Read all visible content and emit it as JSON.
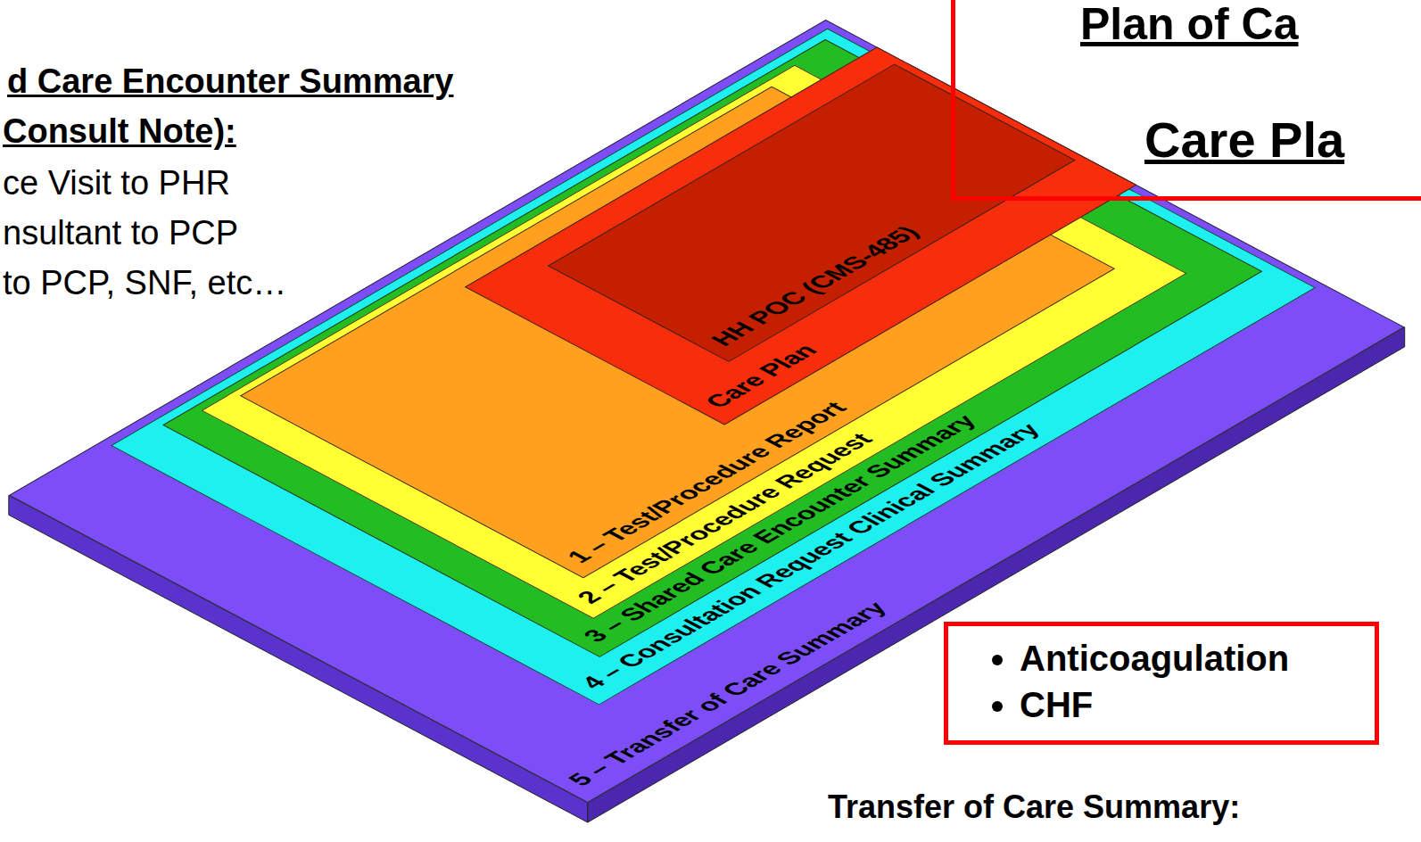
{
  "diagram": {
    "nodes": [
      {
        "text": [
          "5 – Transfer of Care Summary"
        ]
      },
      {
        "text": [
          "4 – Consultation Request Clinical Summary"
        ],
        "in": 0
      },
      {
        "text": [
          "3 – Shared Care Encounter Summary"
        ],
        "in": 1
      },
      {
        "text": [
          "2 – Test/Procedure Request"
        ],
        "in": 2
      },
      {
        "text": [
          "1 – Test/Procedure Report"
        ],
        "in": 3
      },
      {
        "text": [
          "Care Plan"
        ],
        "in": 4
      },
      {
        "text": [
          "HH POC (CMS-485)"
        ],
        "in": 5
      },
      {
        "text": [
          "Plan of Ca",
          "Care Pla"
        ]
      },
      {
        "text": [
          "Anticoagulation",
          "CHF"
        ]
      }
    ],
    "labels": [
      "d Care Encounter Summary",
      "Consult Note):",
      "ce Visit to PHR",
      "nsultant to PCP",
      "to PCP, SNF, etc…",
      "Transfer of Care Summary:"
    ]
  }
}
